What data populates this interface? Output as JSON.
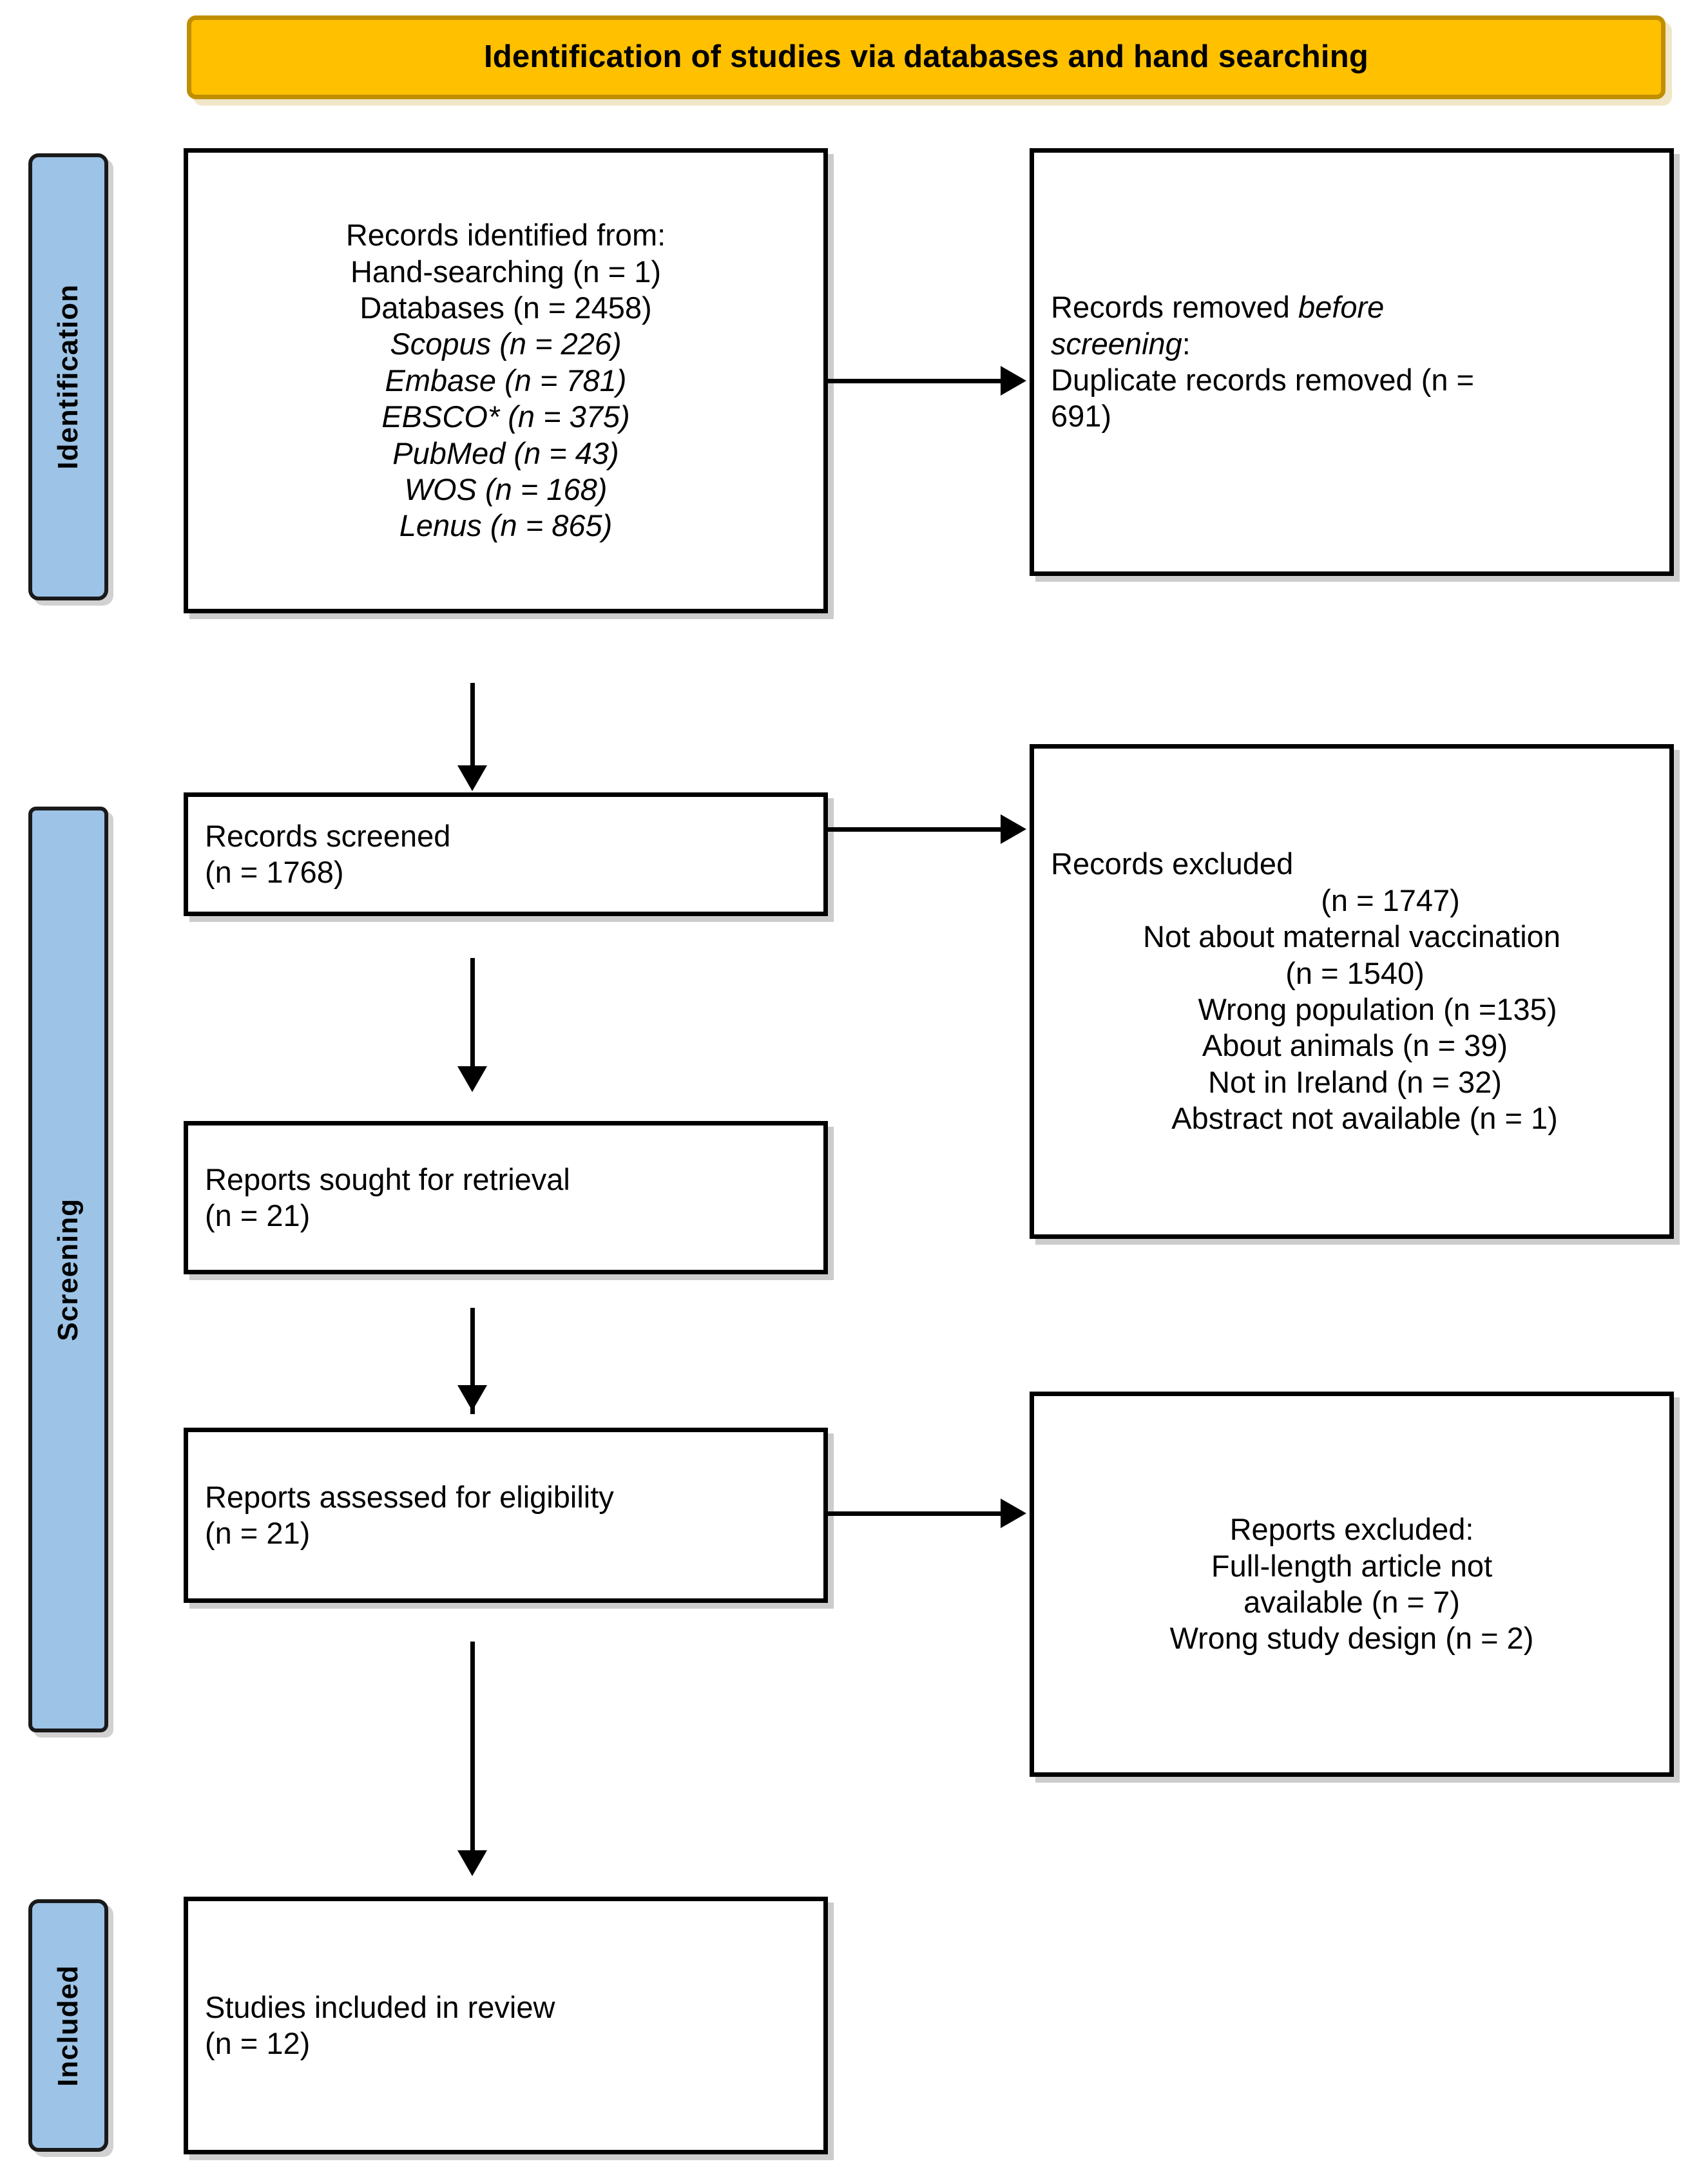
{
  "banner": {
    "title": "Identification of studies via databases and hand searching",
    "fill_color": "#FFC000",
    "border_color": "#BF8F00"
  },
  "stages": {
    "identification": "Identification",
    "screening": "Screening",
    "included": "Included",
    "fill_color": "#9DC3E6"
  },
  "boxes": {
    "identified": {
      "lines": [
        "Records identified from:",
        "Hand-searching (n = 1)",
        "Databases (n = 2458)"
      ],
      "italic_lines": [
        "Scopus (n = 226)",
        "Embase (n = 781)",
        "EBSCO* (n = 375)",
        "PubMed (n = 43)",
        "WOS (n = 168)",
        "Lenus (n = 865)"
      ]
    },
    "removed": {
      "line1_plain": "Records removed ",
      "line1_italic": "before",
      "line2_italic": "screening",
      "line2_plain": ":",
      "line3": "Duplicate records removed (n =",
      "line4": "691)"
    },
    "screened": {
      "line1": "Records screened",
      "line2": "(n = 1768)"
    },
    "records_excluded": {
      "lines": [
        "Records excluded",
        "(n = 1747)",
        "Not about maternal vaccination",
        "(n = 1540)",
        "Wrong population (n =135)",
        "About animals (n = 39)",
        "Not in Ireland (n = 32)",
        "Abstract not available (n = 1)"
      ]
    },
    "sought": {
      "line1": "Reports sought for retrieval",
      "line2": "(n = 21)"
    },
    "eligibility": {
      "line1": "Reports assessed for eligibility",
      "line2": "(n = 21)"
    },
    "reports_excluded": {
      "lines": [
        "Reports excluded:",
        "Full-length article not",
        "available (n = 7)",
        "Wrong study design (n = 2)"
      ]
    },
    "included": {
      "line1": "Studies included in review",
      "line2": "(n = 12)"
    }
  }
}
